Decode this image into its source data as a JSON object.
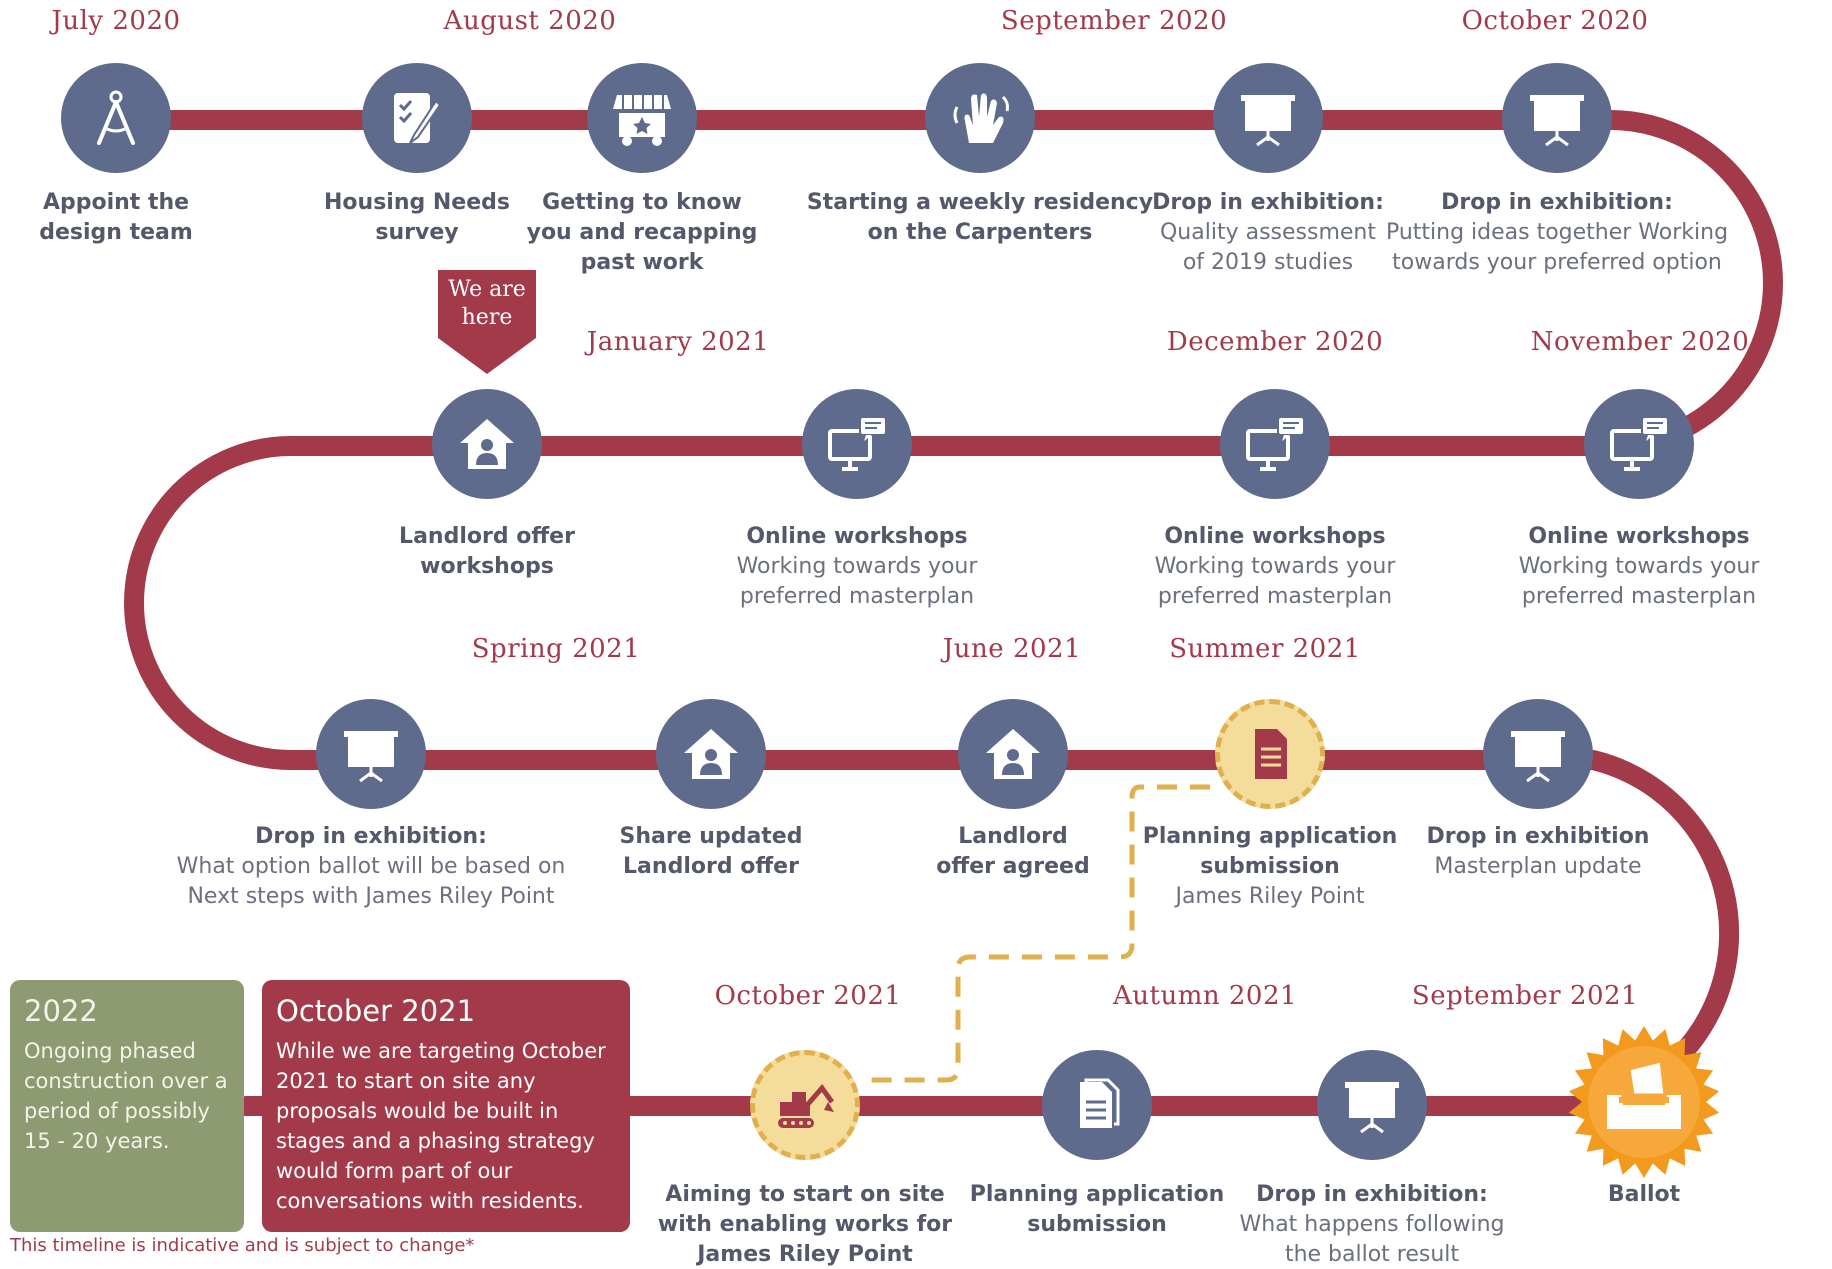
{
  "colors": {
    "track": "#a33a4a",
    "node": "#5f6b8c",
    "gold": "#e0b04e",
    "accent": "#a33a4a",
    "green": "#8e9a72",
    "ballot": "#f39a1e"
  },
  "dates": {
    "jul2020": "July 2020",
    "aug2020": "August 2020",
    "sep2020": "September 2020",
    "oct2020": "October 2020",
    "jan2021": "January 2021",
    "dec2020": "December 2020",
    "nov2020": "November 2020",
    "spring2021": "Spring 2021",
    "jun2021": "June 2021",
    "summer2021": "Summer 2021",
    "oct2021": "October 2021",
    "autumn2021": "Autumn 2021",
    "sep2021": "September 2021"
  },
  "we_are_here": "We are\nhere",
  "steps": {
    "s1": {
      "title": [
        "Appoint the",
        "design team"
      ],
      "sub": [],
      "icon": "compass-icon"
    },
    "s2": {
      "title": [
        "Housing Needs",
        "survey"
      ],
      "sub": [],
      "icon": "survey-clipboard-icon"
    },
    "s3": {
      "title": [
        "Getting to know",
        "you and recapping",
        "past work"
      ],
      "sub": [],
      "icon": "market-stall-icon"
    },
    "s4": {
      "title": [
        "Starting a weekly residency",
        "on the Carpenters"
      ],
      "sub": [],
      "icon": "waving-hand-icon"
    },
    "s5": {
      "title": [
        "Drop in exhibition:"
      ],
      "sub": [
        "Quality assessment",
        "of 2019 studies"
      ],
      "icon": "presentation-board-icon"
    },
    "s6": {
      "title": [
        "Drop in exhibition:"
      ],
      "sub": [
        "Putting ideas together Working",
        "towards your preferred option"
      ],
      "icon": "presentation-board-icon"
    },
    "s7": {
      "title": [
        "Landlord offer",
        "workshops"
      ],
      "sub": [],
      "icon": "house-icon"
    },
    "s8": {
      "title": [
        "Online workshops"
      ],
      "sub": [
        "Working towards your",
        "preferred masterplan"
      ],
      "icon": "online-chat-monitor-icon"
    },
    "s9": {
      "title": [
        "Online workshops"
      ],
      "sub": [
        "Working towards your",
        "preferred masterplan"
      ],
      "icon": "online-chat-monitor-icon"
    },
    "s10": {
      "title": [
        "Online workshops"
      ],
      "sub": [
        "Working towards your",
        "preferred masterplan"
      ],
      "icon": "online-chat-monitor-icon"
    },
    "s11": {
      "title": [
        "Drop in exhibition:"
      ],
      "sub": [
        "What option ballot will be based on",
        "Next steps with James Riley Point"
      ],
      "icon": "presentation-board-icon"
    },
    "s12": {
      "title": [
        "Share updated",
        "Landlord offer"
      ],
      "sub": [],
      "icon": "house-icon"
    },
    "s13": {
      "title": [
        "Landlord",
        "offer agreed"
      ],
      "sub": [],
      "icon": "house-icon"
    },
    "s14": {
      "title": [
        "Planning application",
        "submission"
      ],
      "sub": [
        "James Riley Point"
      ],
      "icon": "document-icon"
    },
    "s15": {
      "title": [
        "Drop in exhibition"
      ],
      "sub": [
        "Masterplan update"
      ],
      "icon": "presentation-board-icon"
    },
    "s16": {
      "title": [
        "Aiming to start on site",
        "with enabling works for",
        "James Riley Point"
      ],
      "sub": [],
      "icon": "excavator-icon"
    },
    "s17": {
      "title": [
        "Planning application",
        "submission"
      ],
      "sub": [],
      "icon": "document-icon"
    },
    "s18": {
      "title": [
        "Drop in exhibition:"
      ],
      "sub": [
        "What happens following",
        "the ballot result"
      ],
      "icon": "presentation-board-icon"
    },
    "s19": {
      "title": [
        "Ballot"
      ],
      "sub": [],
      "icon": "ballot-box-icon"
    }
  },
  "box_2022": {
    "title": "2022",
    "body": [
      "Ongoing phased",
      "construction over a",
      "period of possibly",
      "15 - 20 years."
    ]
  },
  "box_oct2021": {
    "title": "October 2021",
    "body": [
      "While we are targeting October",
      "2021 to start on site any",
      "proposals would be built in",
      "stages and a phasing strategy",
      "would form part of our",
      "conversations with residents."
    ]
  },
  "disclaimer": "This timeline is indicative and is subject to change*"
}
